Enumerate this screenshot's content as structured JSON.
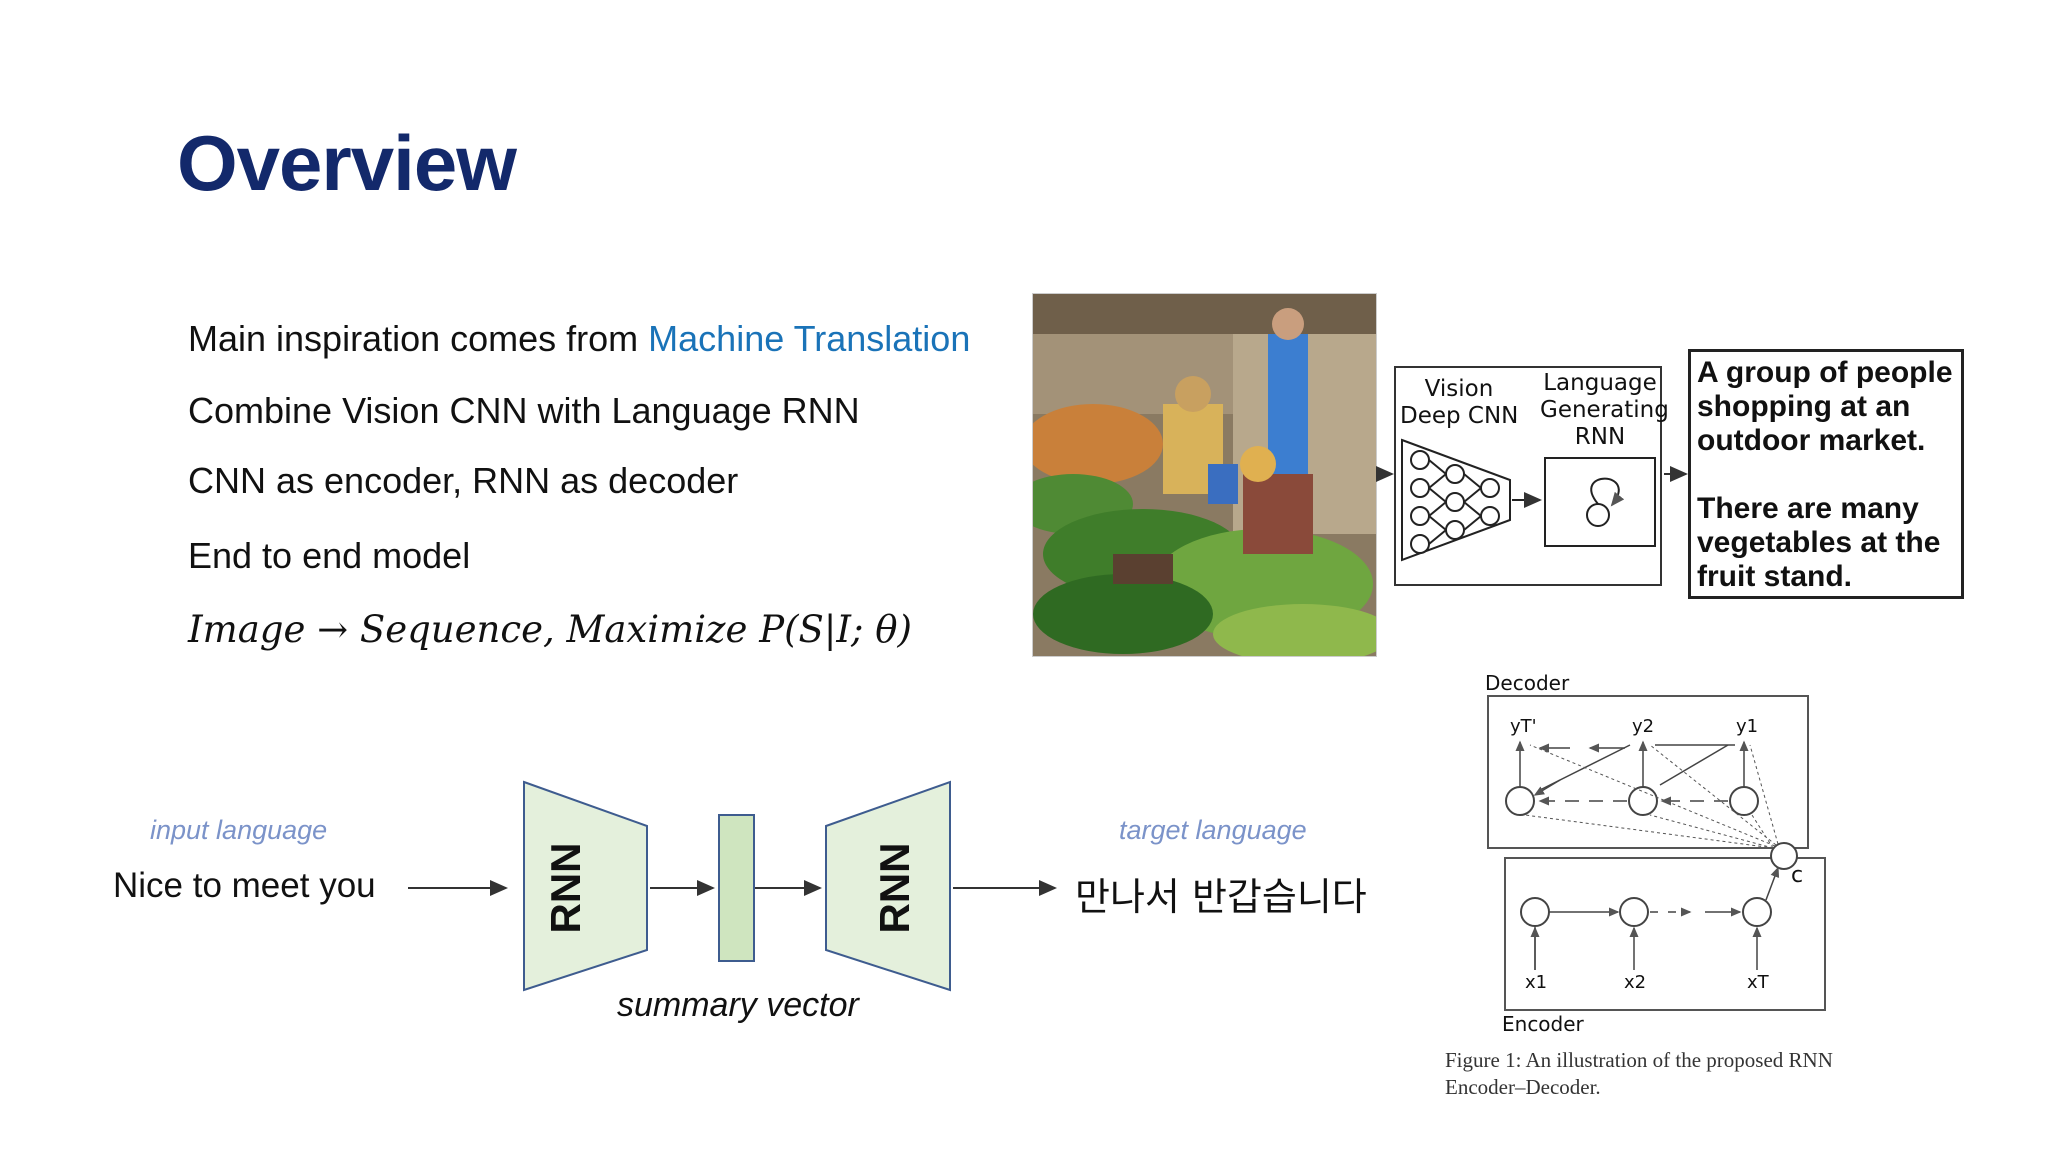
{
  "slide": {
    "title": "Overview",
    "bullets": {
      "b1_prefix": "Main inspiration comes from ",
      "b1_highlight": "Machine Translation",
      "b2": "Combine Vision CNN with Language RNN",
      "b3": "CNN as encoder, RNN as decoder",
      "b4": "End to end model",
      "b5_formula": "Image → Sequence, Maximize P(S|I; θ)"
    }
  },
  "caption_model": {
    "vision_label_1": "Vision",
    "vision_label_2": "Deep CNN",
    "language_label_1": "Language",
    "language_label_2": "Generating",
    "language_label_3": "RNN",
    "caption_1": "A group of people shopping at an outdoor market.",
    "caption_2": "There are many vegetables at the fruit stand."
  },
  "translation_diagram": {
    "input_label": "input language",
    "input_text": "Nice to meet you",
    "encoder_label": "RNN",
    "decoder_label": "RNN",
    "summary_label": "summary vector",
    "target_label": "target language",
    "target_text": "만나서 반갑습니다"
  },
  "rnn_encoder_decoder": {
    "decoder_label": "Decoder",
    "encoder_label": "Encoder",
    "y_labels": [
      "yT'",
      "y2",
      "y1"
    ],
    "x_labels": [
      "x1",
      "x2",
      "xT"
    ],
    "c_label": "c",
    "figure_caption": "Figure 1:  An illustration of the proposed RNN Encoder–Decoder."
  },
  "colors": {
    "title": "#13296b",
    "highlight": "#1a73b8",
    "rnn_fill": "#e4f0dc",
    "rnn_stroke": "#3e5c8f",
    "small_label": "#7b93c9"
  }
}
